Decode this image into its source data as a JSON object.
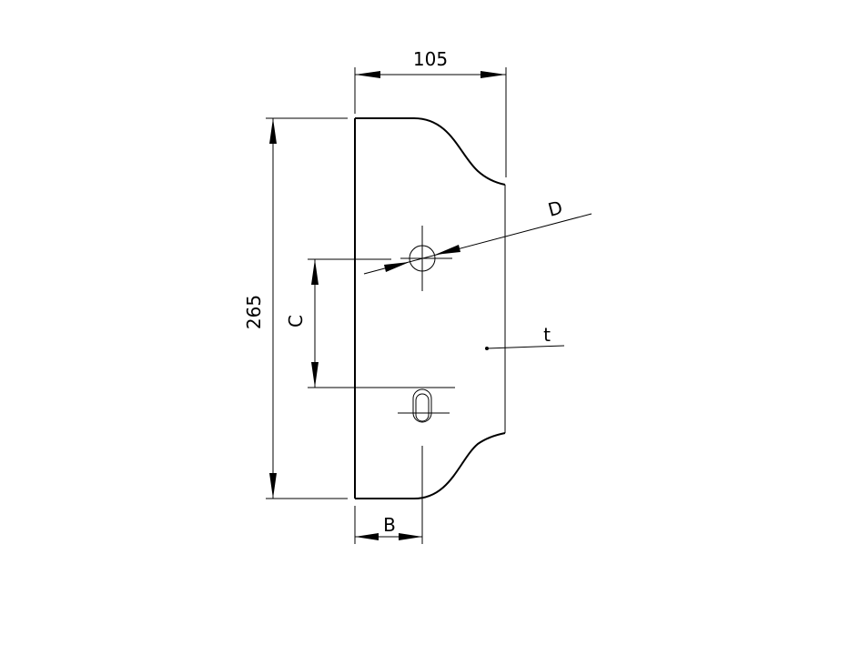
{
  "drawing": {
    "dimensions": {
      "width_value": "105",
      "height_value": "265",
      "offset_b_label": "B",
      "spacing_c_label": "C",
      "hole_d_label": "D",
      "thickness_t_label": "t"
    },
    "colors": {
      "line": "#000000",
      "background": "#ffffff"
    }
  }
}
